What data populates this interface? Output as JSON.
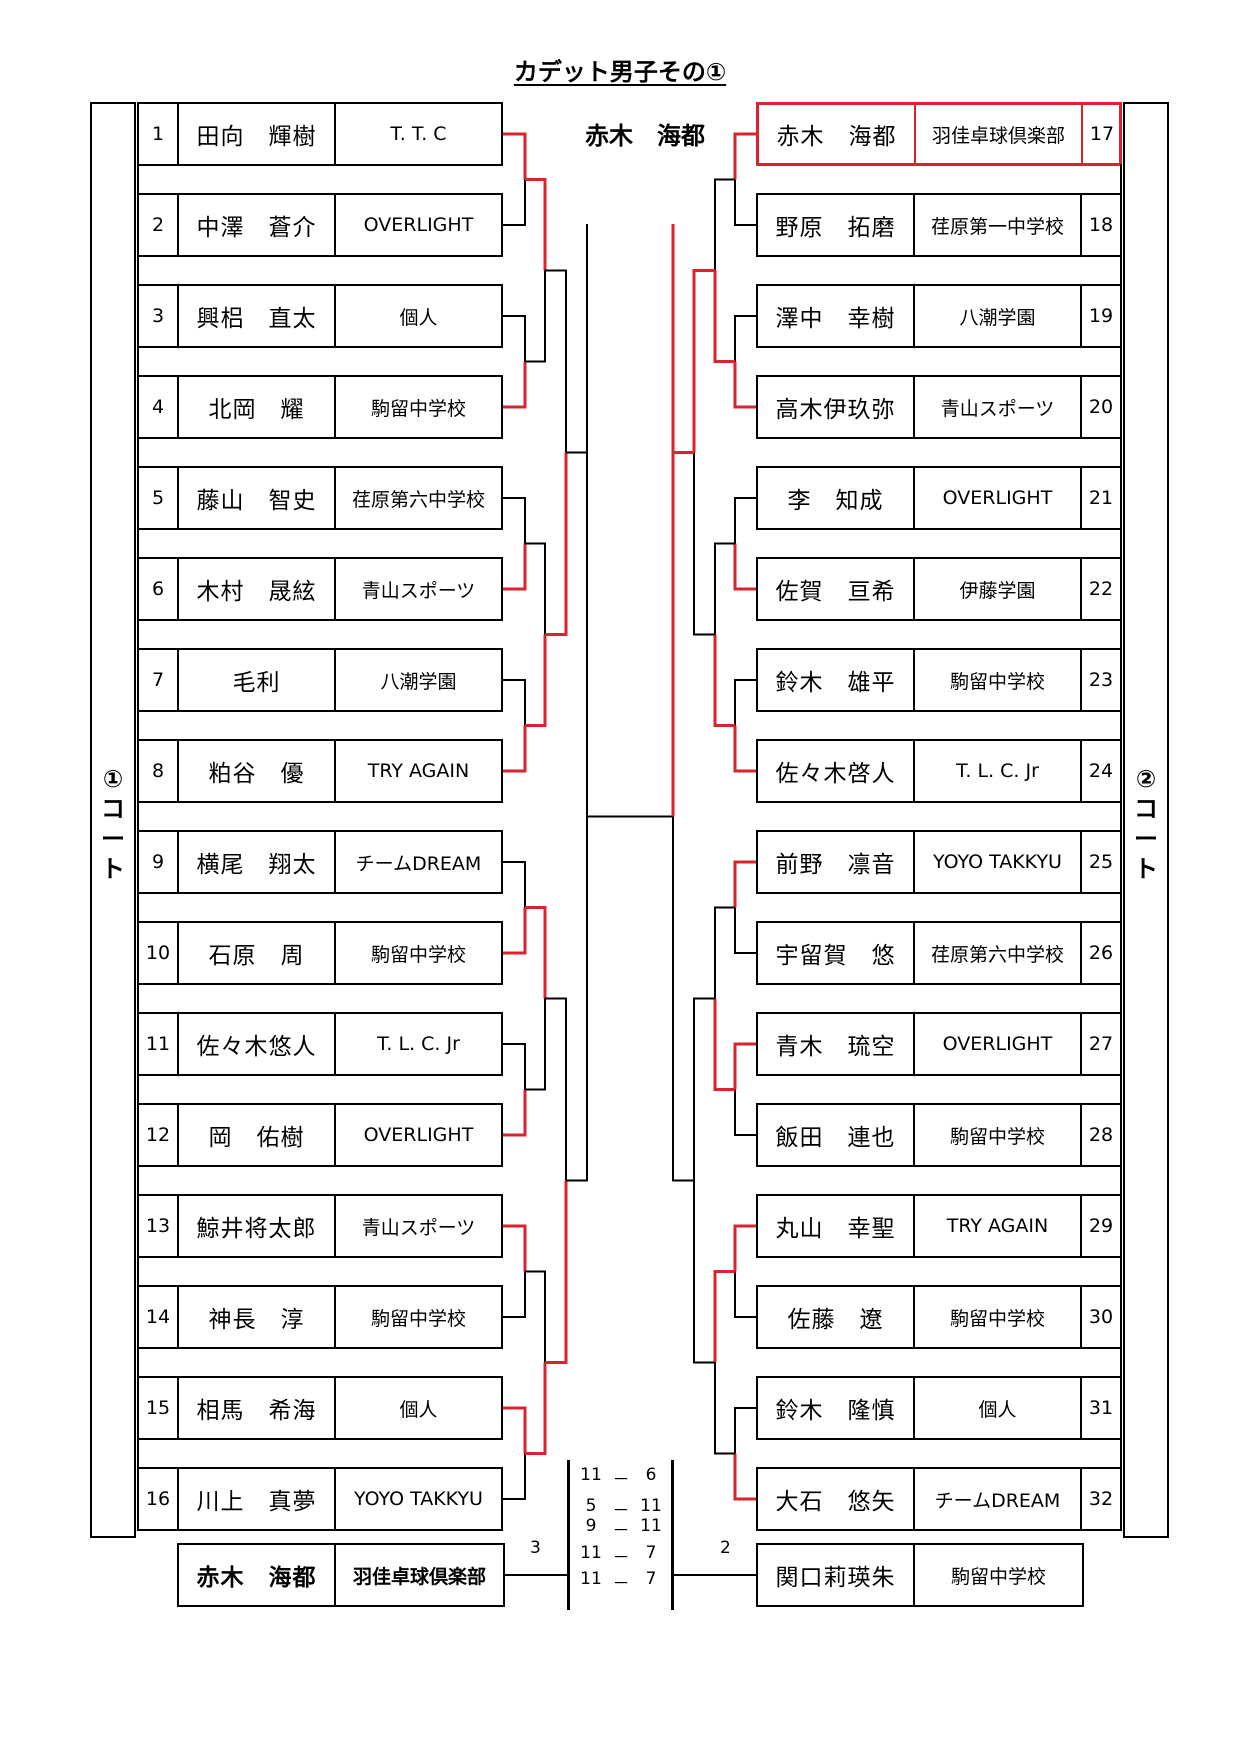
{
  "title": "カデット男子その①",
  "champion": "赤木　海都",
  "courts": {
    "left": "①\nコ\nー\nト",
    "right": "②\nコ\nー\nト"
  },
  "left_players": [
    {
      "no": "1",
      "name": "田向　輝樹",
      "club": "T. T. C"
    },
    {
      "no": "2",
      "name": "中澤　蒼介",
      "club": "OVERLIGHT"
    },
    {
      "no": "3",
      "name": "興梠　直太",
      "club": "個人"
    },
    {
      "no": "4",
      "name": "北岡　耀",
      "club": "駒留中学校"
    },
    {
      "no": "5",
      "name": "藤山　智史",
      "club": "荏原第六中学校"
    },
    {
      "no": "6",
      "name": "木村　晟絃",
      "club": "青山スポーツ"
    },
    {
      "no": "7",
      "name": "毛利",
      "club": "八潮学園"
    },
    {
      "no": "8",
      "name": "粕谷　優",
      "club": "TRY AGAIN"
    },
    {
      "no": "9",
      "name": "横尾　翔太",
      "club": "チームDREAM"
    },
    {
      "no": "10",
      "name": "石原　周",
      "club": "駒留中学校"
    },
    {
      "no": "11",
      "name": "佐々木悠人",
      "club": "T. L. C. Jr"
    },
    {
      "no": "12",
      "name": "岡　佑樹",
      "club": "OVERLIGHT"
    },
    {
      "no": "13",
      "name": "鯨井将太郎",
      "club": "青山スポーツ"
    },
    {
      "no": "14",
      "name": "神長　淳",
      "club": "駒留中学校"
    },
    {
      "no": "15",
      "name": "相馬　希海",
      "club": "個人"
    },
    {
      "no": "16",
      "name": "川上　真夢",
      "club": "YOYO TAKKYU"
    }
  ],
  "right_players": [
    {
      "no": "17",
      "name": "赤木　海都",
      "club": "羽佳卓球倶楽部"
    },
    {
      "no": "18",
      "name": "野原　拓磨",
      "club": "荏原第一中学校"
    },
    {
      "no": "19",
      "name": "澤中　幸樹",
      "club": "八潮学園"
    },
    {
      "no": "20",
      "name": "高木伊玖弥",
      "club": "青山スポーツ"
    },
    {
      "no": "21",
      "name": "李　知成",
      "club": "OVERLIGHT"
    },
    {
      "no": "22",
      "name": "佐賀　亘希",
      "club": "伊藤学園"
    },
    {
      "no": "23",
      "name": "鈴木　雄平",
      "club": "駒留中学校"
    },
    {
      "no": "24",
      "name": "佐々木啓人",
      "club": "T. L. C. Jr"
    },
    {
      "no": "25",
      "name": "前野　凛音",
      "club": "YOYO TAKKYU"
    },
    {
      "no": "26",
      "name": "宇留賀　悠",
      "club": "荏原第六中学校"
    },
    {
      "no": "27",
      "name": "青木　琉空",
      "club": "OVERLIGHT"
    },
    {
      "no": "28",
      "name": "飯田　連也",
      "club": "駒留中学校"
    },
    {
      "no": "29",
      "name": "丸山　幸聖",
      "club": "TRY AGAIN"
    },
    {
      "no": "30",
      "name": "佐藤　遼",
      "club": "駒留中学校"
    },
    {
      "no": "31",
      "name": "鈴木　隆慎",
      "club": "個人"
    },
    {
      "no": "32",
      "name": "大石　悠矢",
      "club": "チームDREAM"
    }
  ],
  "final": {
    "left": {
      "name": "赤木　海都",
      "club": "羽佳卓球倶楽部",
      "games": "3"
    },
    "right": {
      "name": "関口莉瑛朱",
      "club": "駒留中学校",
      "games": "2"
    },
    "scores": [
      {
        "a": "11",
        "b": "6"
      },
      {
        "a": "5",
        "b": "11"
      },
      {
        "a": "9",
        "b": "11"
      },
      {
        "a": "11",
        "b": "7"
      },
      {
        "a": "11",
        "b": "7"
      }
    ],
    "dash": "－"
  },
  "colors": {
    "win": "#d9232e",
    "line": "#000000"
  },
  "highlighted_entry": "17"
}
